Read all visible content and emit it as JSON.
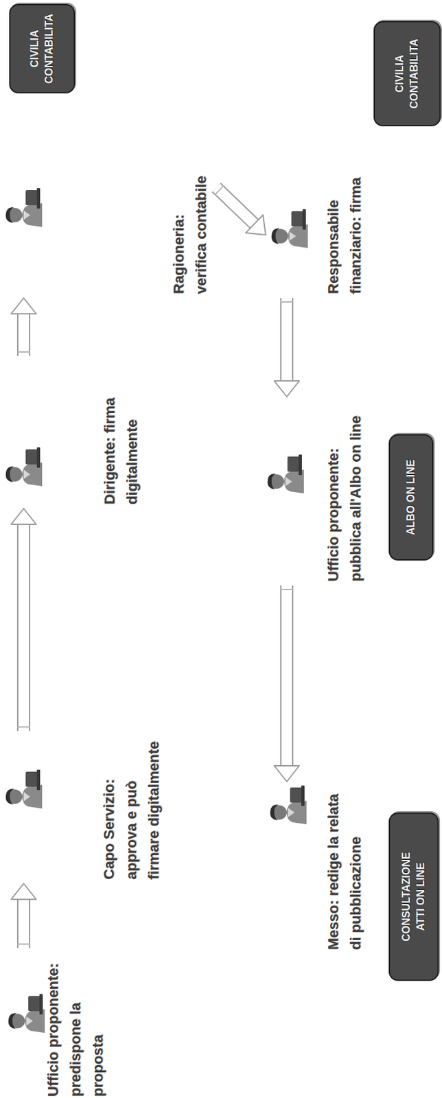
{
  "diagram": {
    "nodes": [
      {
        "text": [
          "Ufficio proponente: predispone la proposta"
        ]
      },
      {
        "text": [
          "Capo Servizio: approva e può firmare digitalmente"
        ]
      },
      {
        "text": [
          "Dirigente: firma digitalmente"
        ]
      },
      {
        "text": [
          "Ragioneria: verifica contabile"
        ]
      },
      {
        "text": [
          "CIVILIA CONTABILITA"
        ]
      },
      {
        "text": [
          "Responsabile finanziario: firma"
        ]
      },
      {
        "text": [
          "CIVILIA CONTABILITA"
        ]
      },
      {
        "text": [
          "Ufficio proponente: pubblica all'Albo on line"
        ]
      },
      {
        "text": [
          "ALBO ON LINE"
        ]
      },
      {
        "text": [
          "Messo: redige la relata di pubblicazione"
        ]
      },
      {
        "text": [
          "CONSULTAZIONE ATTI ON LINE"
        ]
      }
    ],
    "edges": [
      {
        "from": 0,
        "to": 1,
        "arrow": "to"
      },
      {
        "from": 1,
        "to": 2,
        "arrow": "to"
      },
      {
        "from": 2,
        "to": 3,
        "arrow": "to"
      },
      {
        "from": 3,
        "to": 5,
        "arrow": "to"
      },
      {
        "from": 5,
        "to": 7,
        "arrow": "to"
      },
      {
        "from": 7,
        "to": 9,
        "arrow": "to"
      }
    ]
  }
}
